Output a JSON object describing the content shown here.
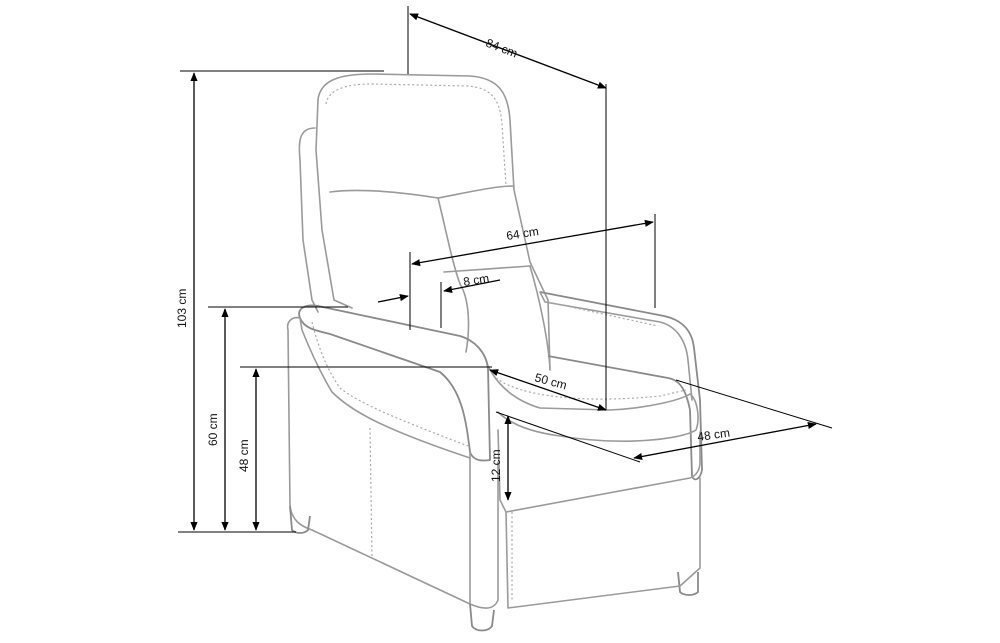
{
  "dimensions": {
    "depth": "84 cm",
    "inner_width": "64 cm",
    "backrest_thickness": "8 cm",
    "seat_depth": "50 cm",
    "seat_width": "48 cm",
    "total_height": "103 cm",
    "armrest_height": "60 cm",
    "seat_height": "48 cm",
    "legrest_height": "12 cm"
  }
}
